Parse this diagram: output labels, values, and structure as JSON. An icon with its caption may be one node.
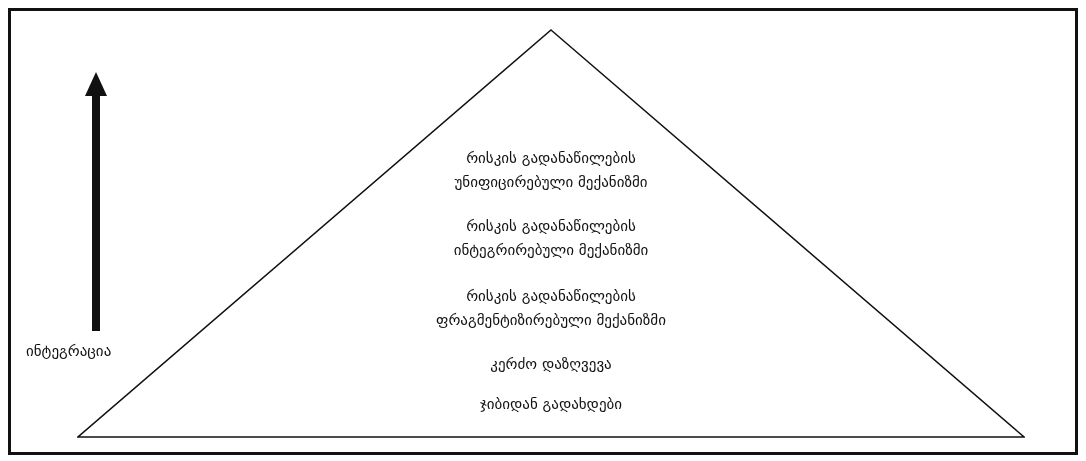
{
  "diagram": {
    "nodes": [
      {
        "text": [
          "რისკის გადანაწილების უნიფიცირებული მექანიზმი",
          "რისკის გადანაწილების ინტეგრირებული მექანიზმი",
          "რისკის გადანაწილების ფრაგმენტიზირებული მექანიზმი",
          "კერძო დაზღვევა",
          "ჯიბიდან გადახდები"
        ]
      }
    ],
    "labels": [
      "ინტეგრაცია"
    ]
  }
}
